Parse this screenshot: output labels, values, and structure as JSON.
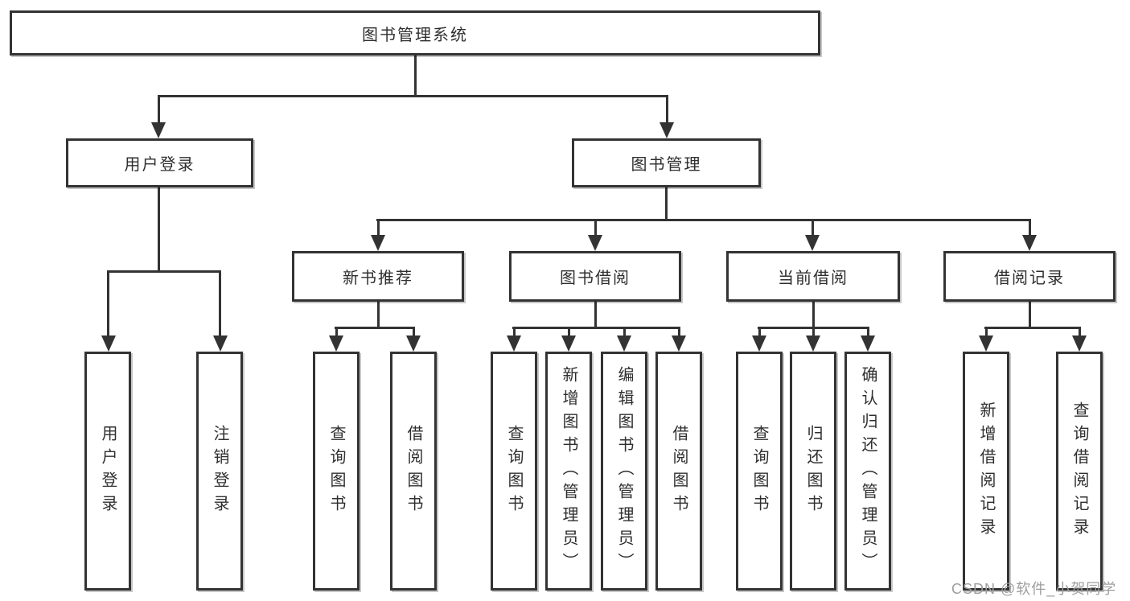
{
  "diagram": {
    "watermark": "CSDN @软件_小贺同学",
    "colors": {
      "line": "#333333",
      "border": "#333333",
      "text": "#2f2f2f",
      "background": "#ffffff",
      "watermark": "#9e9e9e"
    },
    "tree": {
      "root": "图书管理系统",
      "branches": [
        {
          "label": "用户登录",
          "children": [
            "用户登录",
            "注销登录"
          ]
        },
        {
          "label": "图书管理",
          "groups": [
            {
              "label": "新书推荐",
              "children": [
                "查询图书",
                "借阅图书"
              ]
            },
            {
              "label": "图书借阅",
              "children": [
                "查询图书",
                "新增图书（管理员）",
                "编辑图书（管理员）",
                "借阅图书"
              ]
            },
            {
              "label": "当前借阅",
              "children": [
                "查询图书",
                "归还图书",
                "确认归还（管理员）"
              ]
            },
            {
              "label": "借阅记录",
              "children": [
                "新增借阅记录",
                "查询借阅记录"
              ]
            }
          ]
        }
      ]
    }
  }
}
